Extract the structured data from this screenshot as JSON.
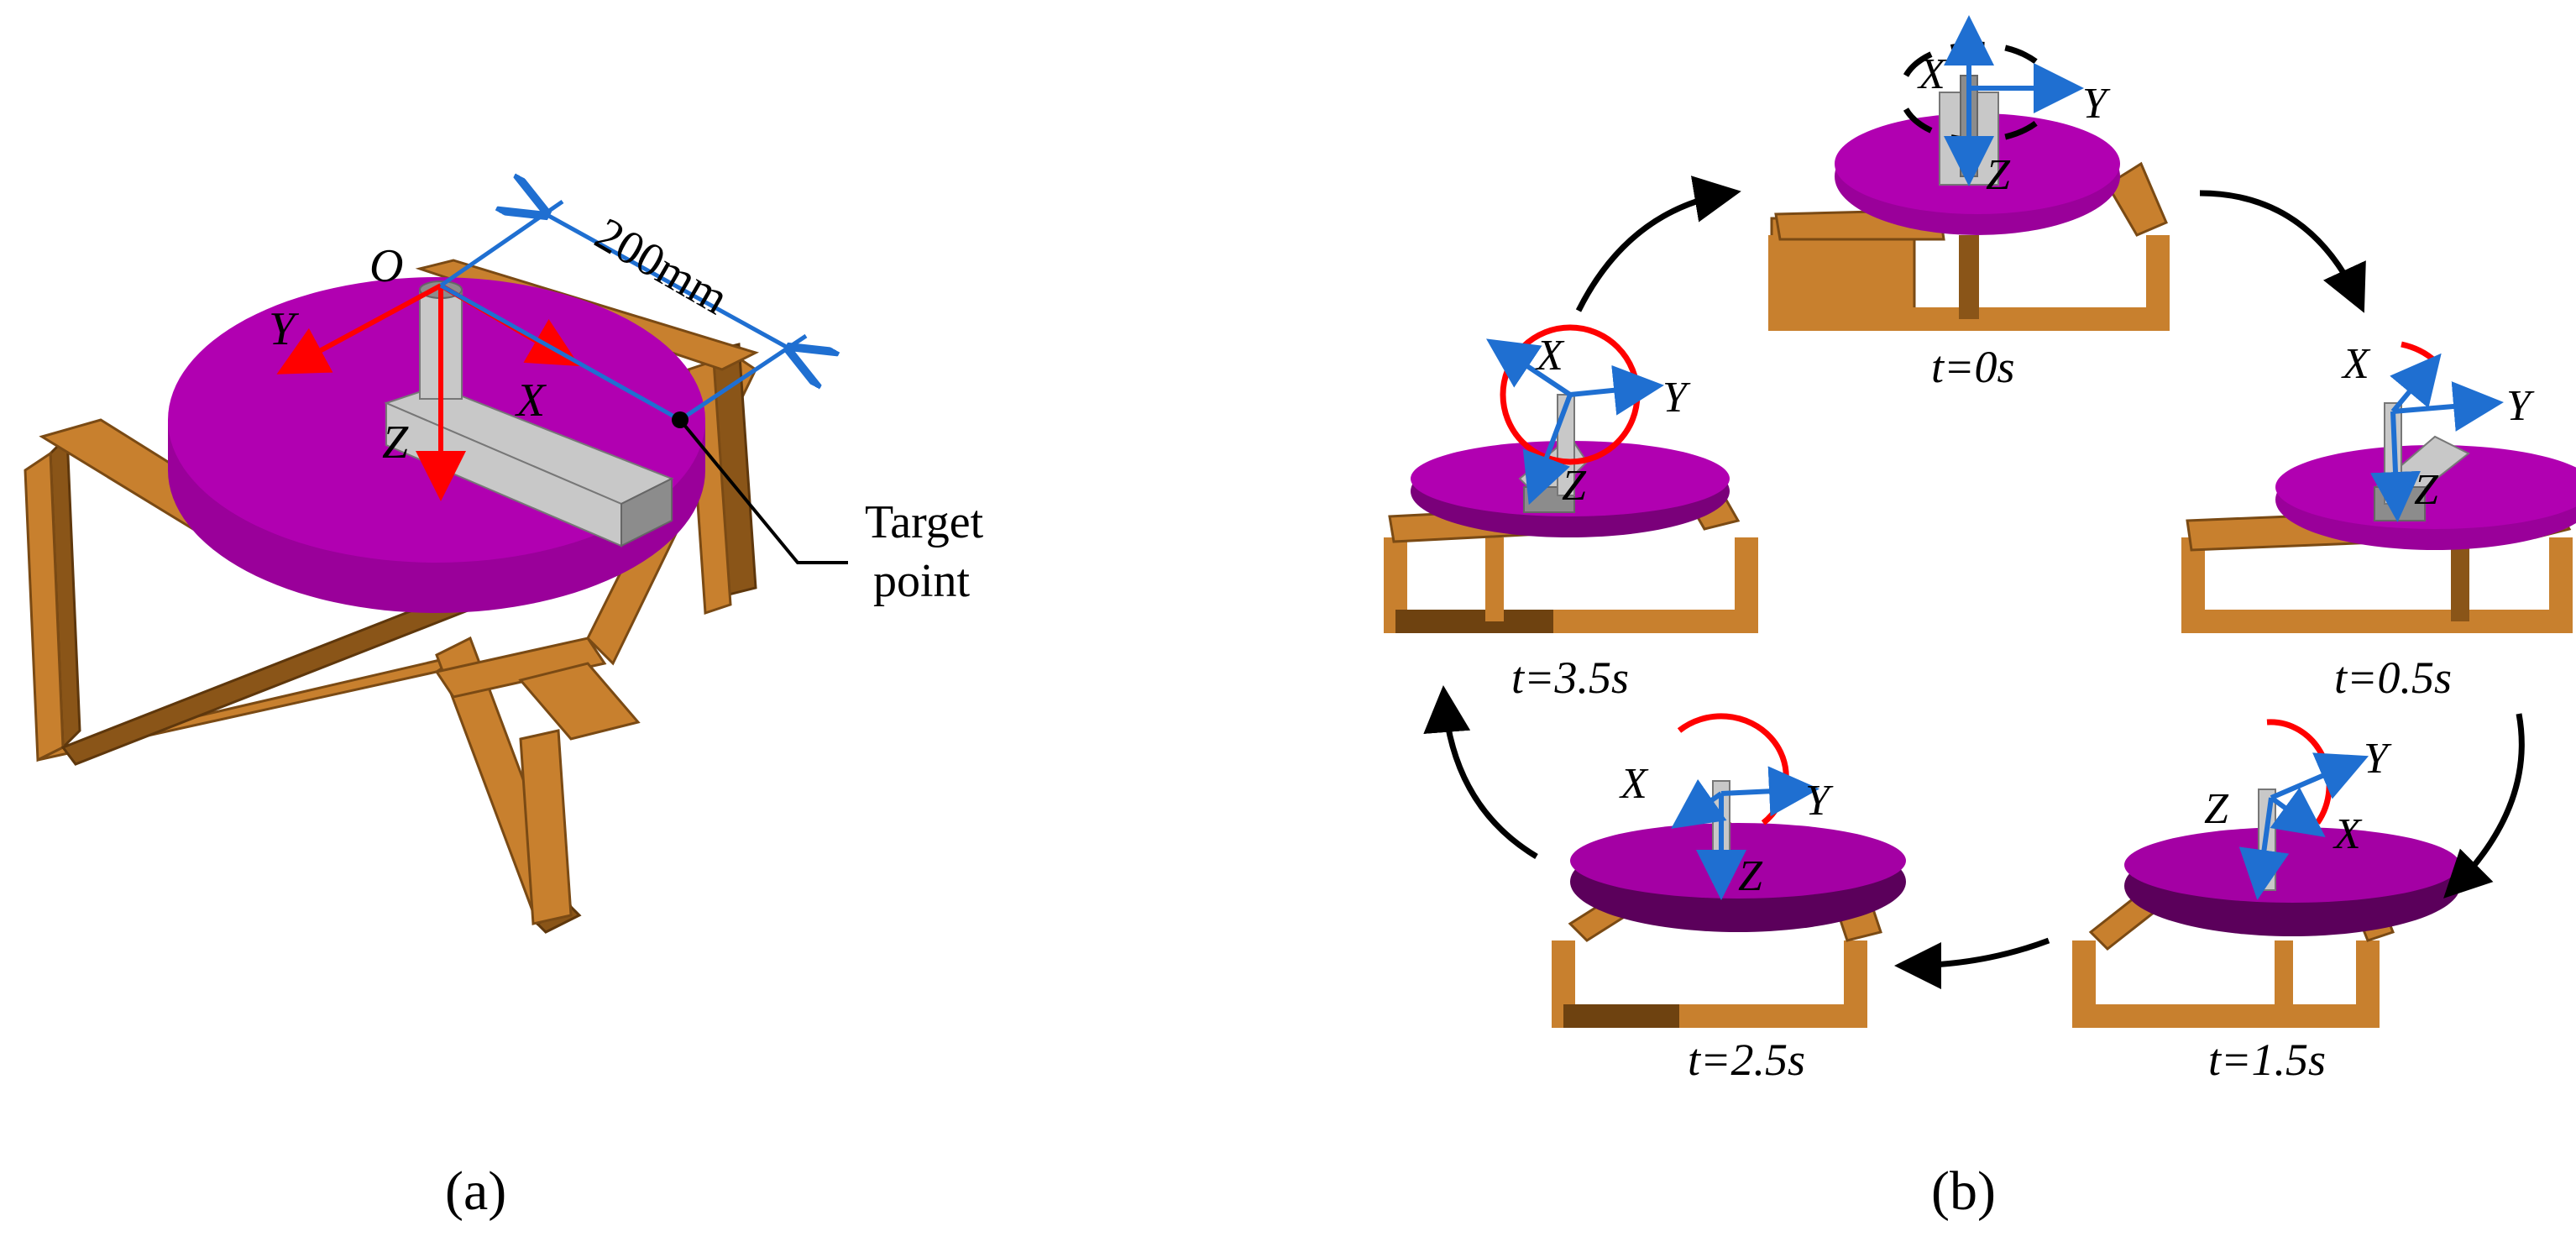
{
  "panel_a": {
    "caption": "(a)",
    "dimension_label": "200mm",
    "origin_label": "O",
    "axis_x": "X",
    "axis_y": "Y",
    "axis_z": "Z",
    "target_label_line1": "Target",
    "target_label_line2": "point"
  },
  "panel_b": {
    "caption": "(b)",
    "axis_x": "X",
    "axis_y": "Y",
    "axis_z": "Z",
    "times": [
      "t=0s",
      "t=0.5s",
      "t=1.5s",
      "t=2.5s",
      "t=3.5s"
    ]
  },
  "colors": {
    "platform": "#9a009a",
    "legs": "#c8802e",
    "body_axes": "#ff0000",
    "frame_axes": "#1f6fd1",
    "rotation_arc": "#ff0000"
  }
}
